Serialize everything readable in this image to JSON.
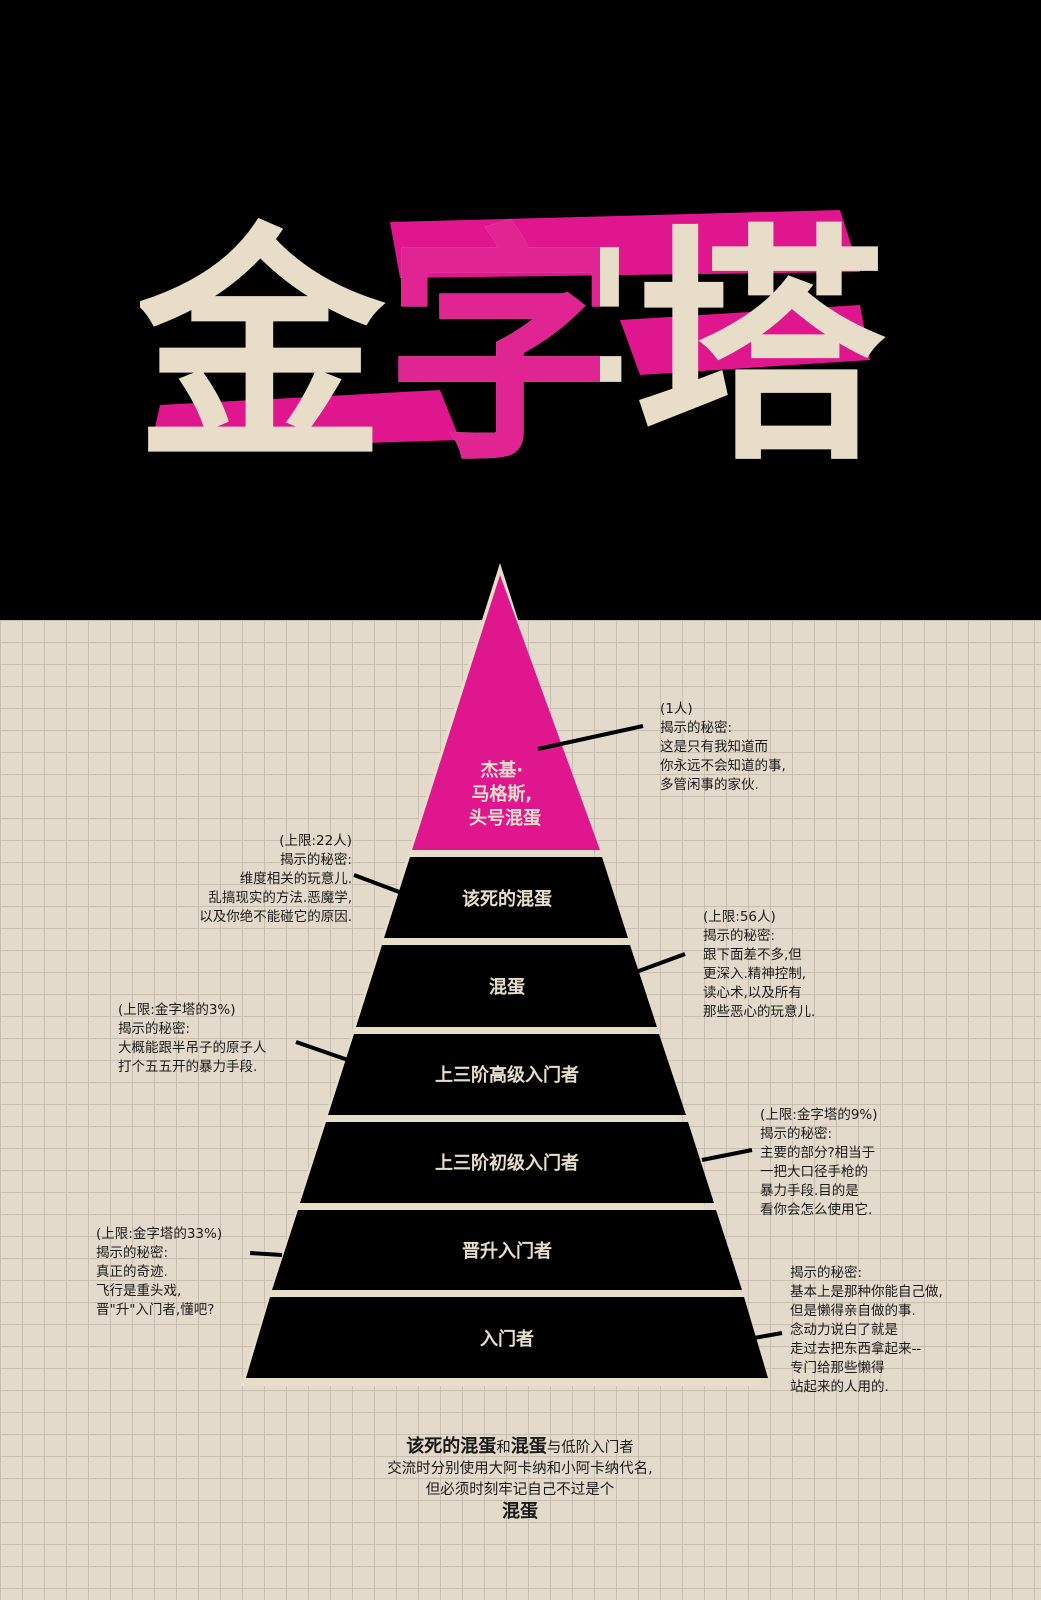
{
  "title": {
    "char1": "金",
    "char2": "字",
    "char3": "塔"
  },
  "colors": {
    "black": "#000000",
    "magenta": "#e0168f",
    "cream": "#e8ddc9",
    "paper": "#e4dacb"
  },
  "tiers": [
    {
      "label": "杰基·\n马格斯,\n头号混蛋"
    },
    {
      "label": "该死的混蛋"
    },
    {
      "label": "混蛋"
    },
    {
      "label": "上三阶高级入门者"
    },
    {
      "label": "上三阶初级入门者"
    },
    {
      "label": "晋升入门者"
    },
    {
      "label": "入门者"
    }
  ],
  "notes": {
    "n1": "(1人)\n揭示的秘密:\n 这是只有我知道而\n  你永远不会知道的事,\n   多管闲事的家伙.",
    "n2": "(上限:22人)\n揭示的秘密:\n维度相关的玩意儿.\n乱搞现实的方法.恶魔学,\n以及你绝不能碰它的原因.",
    "n3": "(上限:56人)\n揭示的秘密:\n跟下面差不多,但\n更深入.精神控制,\n读心术,以及所有\n那些恶心的玩意儿.",
    "n4": "(上限:金字塔的3%)\n揭示的秘密:\n大概能跟半吊子的原子人\n打个五五开的暴力手段.",
    "n5": "(上限:金字塔的9%)\n揭示的秘密:\n主要的部分?相当于\n一把大口径手枪的\n暴力手段.目的是\n看你会怎么使用它.",
    "n6": "(上限:金字塔的33%)\n揭示的秘密:\n真正的奇迹.\n飞行是重头戏,\n晋\"升\"入门者,懂吧?",
    "n7": "揭示的秘密:\n基本上是那种你能自己做,\n但是懒得亲自做的事.\n念动力说白了就是\n走过去把东西拿起来--\n专门给那些懒得\n站起来的人用的."
  },
  "footer": {
    "b1": "该死的混蛋",
    "t1": "和",
    "b2": "混蛋",
    "t2": "与低阶入门者",
    "line2": "交流时分别使用大阿卡纳和小阿卡纳代名,",
    "line3": "但必须时刻牢记自己不过是个",
    "b3": "混蛋"
  }
}
